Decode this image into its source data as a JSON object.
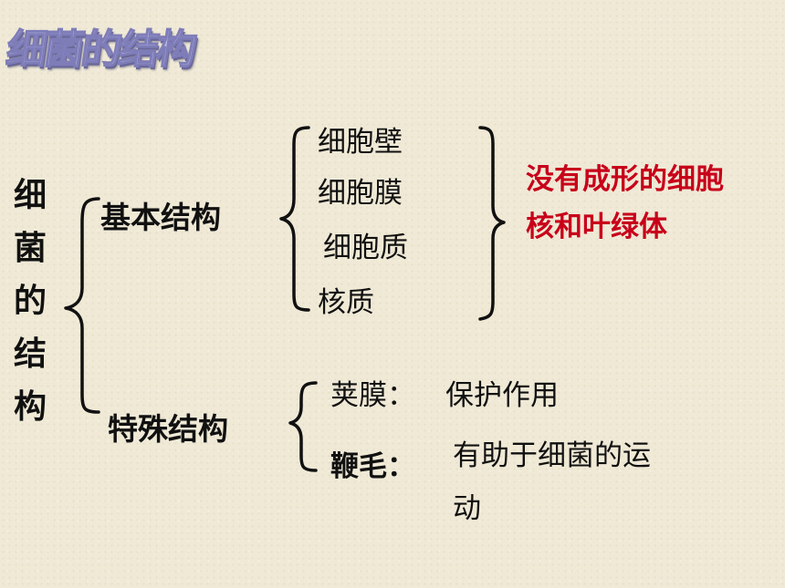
{
  "slide": {
    "title": "细菌的结构"
  },
  "diagram": {
    "root": "细菌的结构",
    "branches": [
      {
        "label": "基本结构",
        "items": [
          "细胞壁",
          "细胞膜",
          "细胞质",
          "核质"
        ],
        "note": "没有成形的细胞核和叶绿体"
      },
      {
        "label": "特殊结构",
        "items": [
          {
            "name": "荚膜：",
            "desc": "保护作用"
          },
          {
            "name": "鞭毛：",
            "desc": "有助于细菌的运动"
          }
        ]
      }
    ]
  },
  "colors": {
    "background": "#efe9d6",
    "title_fill": "#b7b6e8",
    "text": "#111111",
    "note": "#c8001a"
  }
}
